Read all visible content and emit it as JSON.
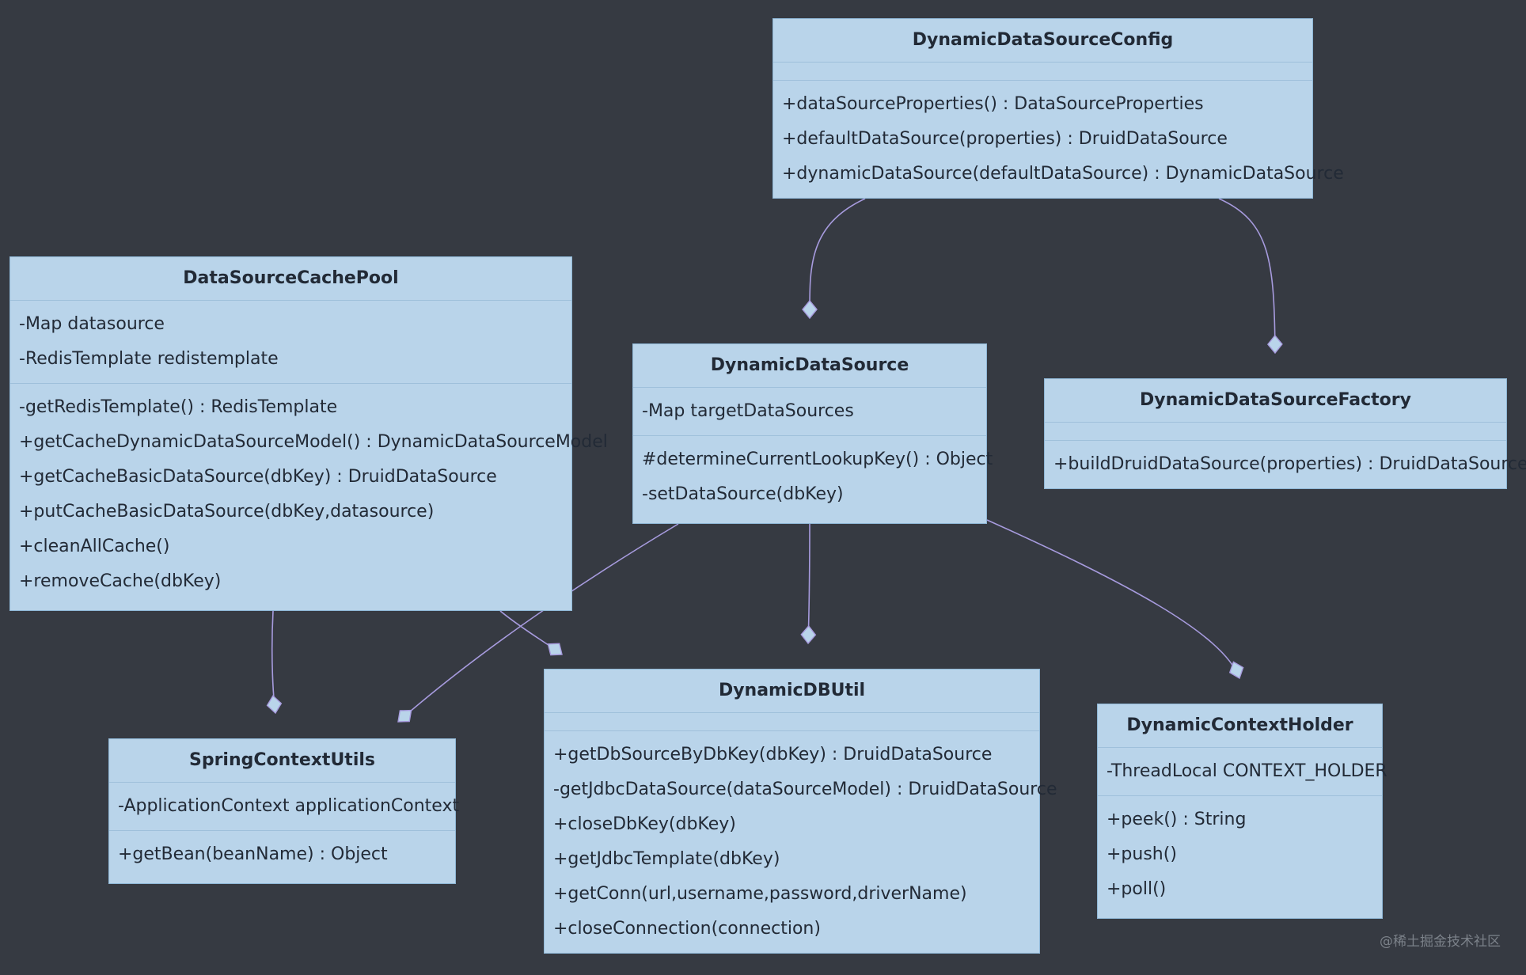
{
  "classes": {
    "config": {
      "name": "DynamicDataSourceConfig",
      "attributes": [],
      "methods": [
        "+dataSourceProperties() : DataSourceProperties",
        "+defaultDataSource(properties) : DruidDataSource",
        "+dynamicDataSource(defaultDataSource) : DynamicDataSource"
      ]
    },
    "cachepool": {
      "name": "DataSourceCachePool",
      "attributes": [
        "-Map datasource",
        "-RedisTemplate redistemplate"
      ],
      "methods": [
        "-getRedisTemplate() : RedisTemplate",
        "+getCacheDynamicDataSourceModel() : DynamicDataSourceModel",
        "+getCacheBasicDataSource(dbKey) : DruidDataSource",
        "+putCacheBasicDataSource(dbKey,datasource)",
        "+cleanAllCache()",
        "+removeCache(dbKey)"
      ]
    },
    "dynds": {
      "name": "DynamicDataSource",
      "attributes": [
        "-Map targetDataSources"
      ],
      "methods": [
        "#determineCurrentLookupKey() : Object",
        "-setDataSource(dbKey)"
      ]
    },
    "factory": {
      "name": "DynamicDataSourceFactory",
      "attributes": [],
      "methods": [
        "+buildDruidDataSource(properties) : DruidDataSource"
      ]
    },
    "spring": {
      "name": "SpringContextUtils",
      "attributes": [
        "-ApplicationContext applicationContext"
      ],
      "methods": [
        "+getBean(beanName) : Object"
      ]
    },
    "dbutil": {
      "name": "DynamicDBUtil",
      "attributes": [],
      "methods": [
        "+getDbSourceByDbKey(dbKey) : DruidDataSource",
        "-getJdbcDataSource(dataSourceModel) : DruidDataSource",
        "+closeDbKey(dbKey)",
        "+getJdbcTemplate(dbKey)",
        "+getConn(url,username,password,driverName)",
        "+closeConnection(connection)"
      ]
    },
    "holder": {
      "name": "DynamicContextHolder",
      "attributes": [
        "-ThreadLocal CONTEXT_HOLDER"
      ],
      "methods": [
        "+peek() : String",
        "+push()",
        "+poll()"
      ]
    }
  },
  "relations": [
    {
      "from": "config",
      "to": "dynds",
      "type": "composition"
    },
    {
      "from": "config",
      "to": "factory",
      "type": "composition"
    },
    {
      "from": "cachepool",
      "to": "spring",
      "type": "composition"
    },
    {
      "from": "cachepool",
      "to": "dbutil",
      "type": "composition"
    },
    {
      "from": "dynds",
      "to": "spring",
      "type": "composition"
    },
    {
      "from": "dynds",
      "to": "dbutil",
      "type": "composition"
    },
    {
      "from": "dynds",
      "to": "holder",
      "type": "composition"
    }
  ],
  "colors": {
    "background": "#363a42",
    "node_fill": "#b9d4ea",
    "edge": "#a79bde"
  },
  "watermark": "@稀土掘金技术社区"
}
